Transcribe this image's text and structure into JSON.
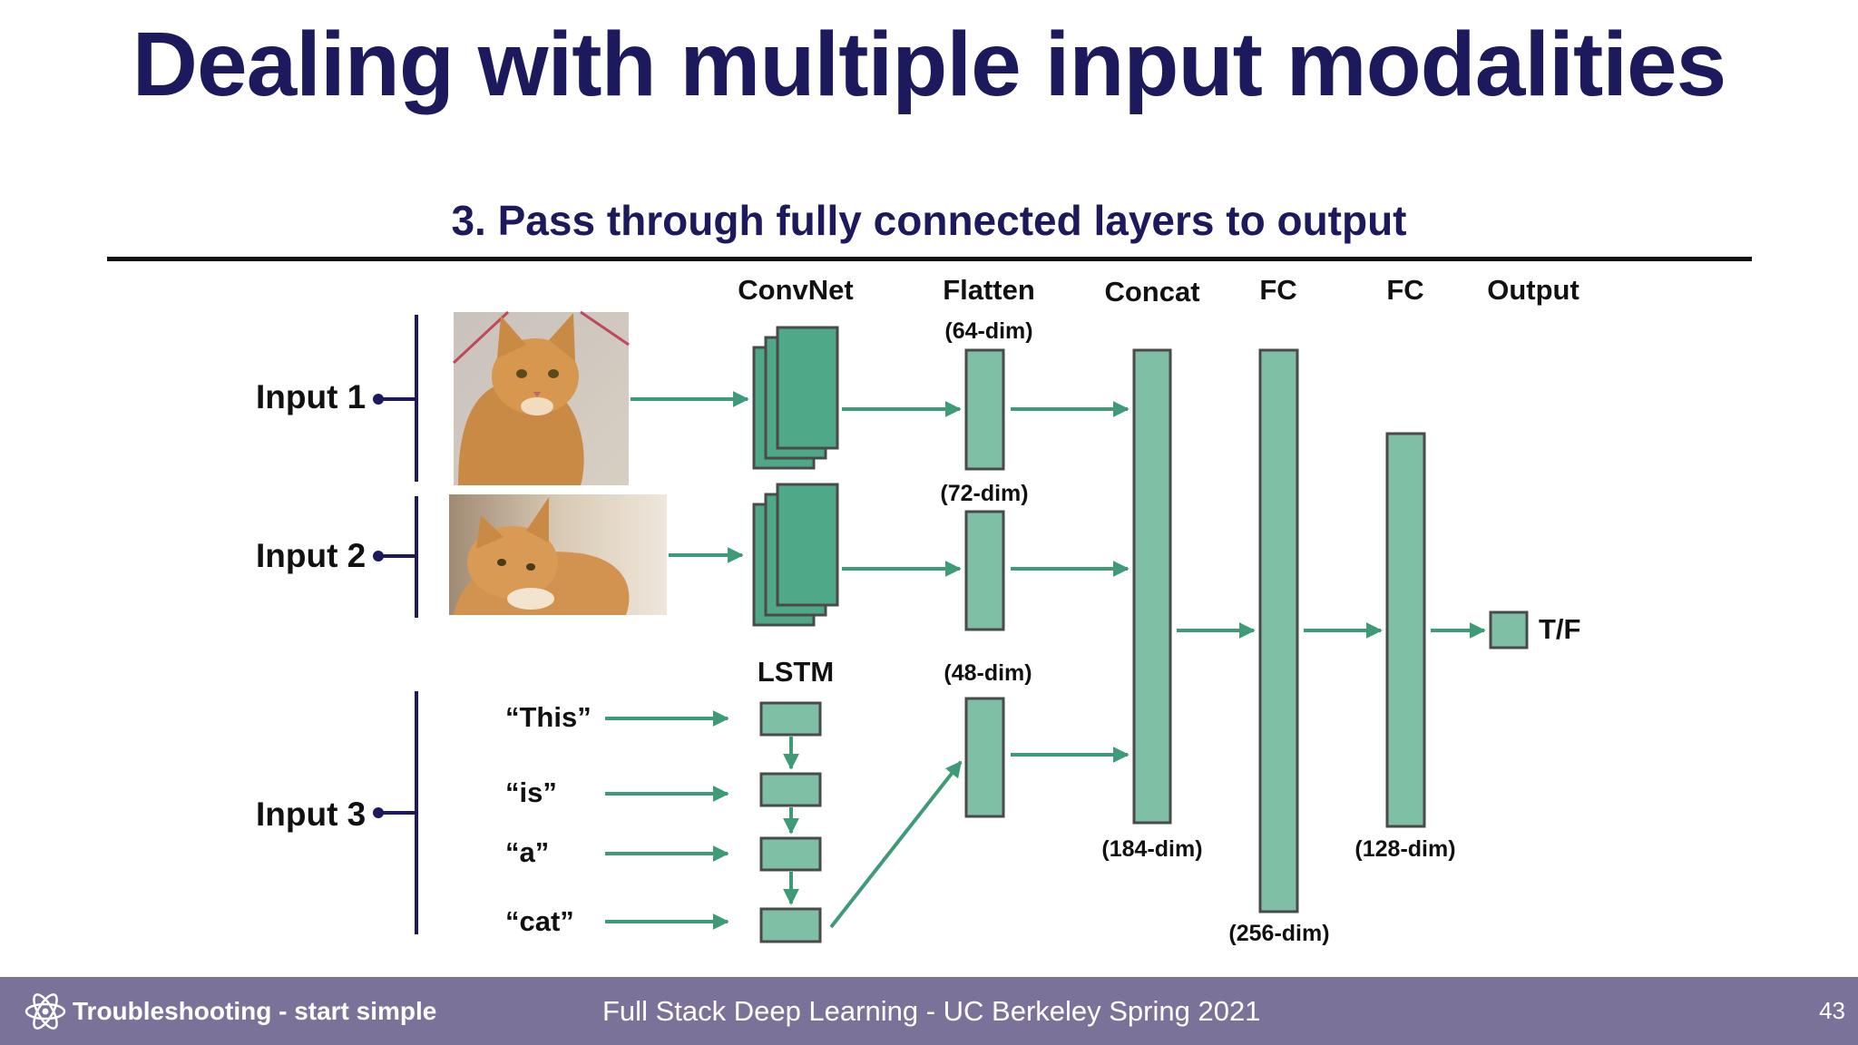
{
  "slide": {
    "title": "Dealing with multiple input modalities",
    "subtitle": "3. Pass through fully connected layers to output",
    "page_number": "43"
  },
  "footer": {
    "section": "Troubleshooting - start simple",
    "course": "Full Stack Deep Learning - UC Berkeley Spring 2021",
    "icon": "atom-icon"
  },
  "diagram": {
    "column_headers": {
      "convnet": "ConvNet",
      "flatten": "Flatten",
      "concat": "Concat",
      "fc1": "FC",
      "fc2": "FC",
      "output": "Output"
    },
    "inputs": {
      "input1": "Input 1",
      "input2": "Input 2",
      "input3": "Input 3"
    },
    "lstm_label": "LSTM",
    "words": [
      "“This”",
      "“is”",
      "“a”",
      "“cat”"
    ],
    "dims": {
      "flatten1": "(64-dim)",
      "flatten2": "(72-dim)",
      "flatten3": "(48-dim)",
      "concat": "(184-dim)",
      "fc1": "(256-dim)",
      "fc2": "(128-dim)"
    },
    "output_label": "T/F",
    "images": [
      "cat-photo-sitting",
      "cat-photo-lying"
    ]
  },
  "colors": {
    "title": "#1c1a5c",
    "block_fill": "#7fbfa6",
    "block_stroke": "#4a4a4a",
    "conv_fill": "#4fa888",
    "arrow": "#3f9a78",
    "bracket": "#1c1a5c",
    "footer_bg": "#7a7299"
  }
}
